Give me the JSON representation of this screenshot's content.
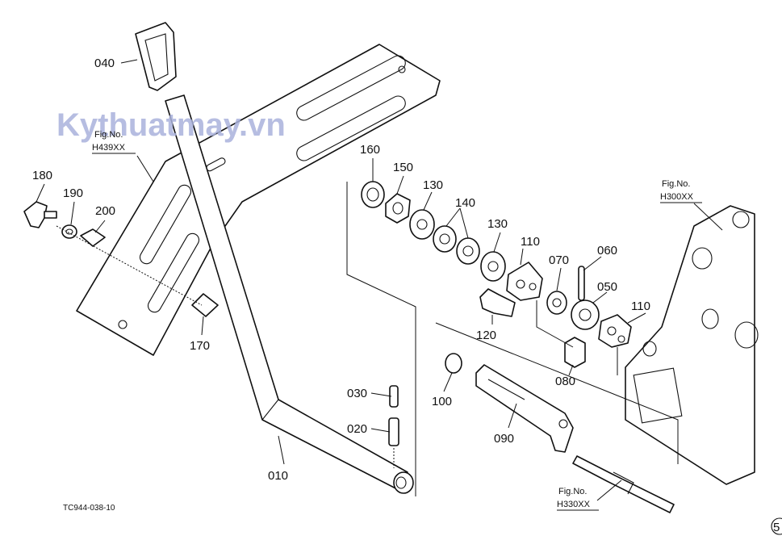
{
  "watermark": "Kythuatmay.vn",
  "drawing_code": "TC944-038-10",
  "figure_refs": [
    {
      "line1": "Fig.No.",
      "line2": "H439XX"
    },
    {
      "line1": "Fig.No.",
      "line2": "H300XX"
    },
    {
      "line1": "Fig.No.",
      "line2": "H330XX"
    }
  ],
  "parts": {
    "p010": "010",
    "p020": "020",
    "p030": "030",
    "p040": "040",
    "p050": "050",
    "p060": "060",
    "p070": "070",
    "p080": "080",
    "p090": "090",
    "p100": "100",
    "p110a": "110",
    "p110b": "110",
    "p120": "120",
    "p130a": "130",
    "p130b": "130",
    "p140": "140",
    "p150": "150",
    "p160": "160",
    "p170": "170",
    "p180": "180",
    "p190": "190",
    "p200": "200"
  },
  "corner_mark": "5"
}
